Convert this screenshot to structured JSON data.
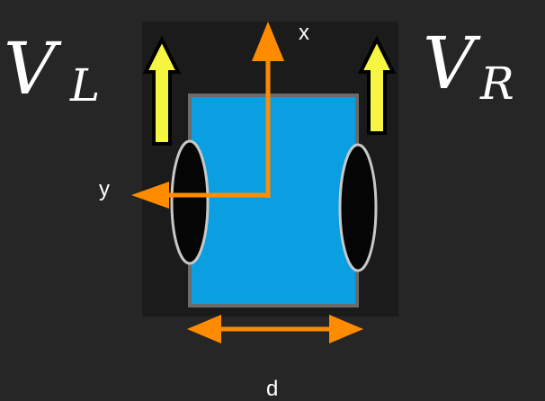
{
  "labels": {
    "left_velocity_main": "V",
    "left_velocity_sub": "L",
    "right_velocity_main": "V",
    "right_velocity_sub": "R",
    "x_axis": "x",
    "y_axis": "y",
    "wheel_separation": "d"
  },
  "colors": {
    "background": "#262626",
    "robot_backdrop": "#1b1b1b",
    "robot_body": "#0a9fe0",
    "robot_border": "#6b6b6b",
    "wheel_fill": "#050505",
    "wheel_border": "#c8c8c8",
    "axis_arrow": "#ff8c00",
    "velocity_arrow_fill": "#f5f542",
    "velocity_arrow_outline": "#000000",
    "text": "#ffffff"
  }
}
